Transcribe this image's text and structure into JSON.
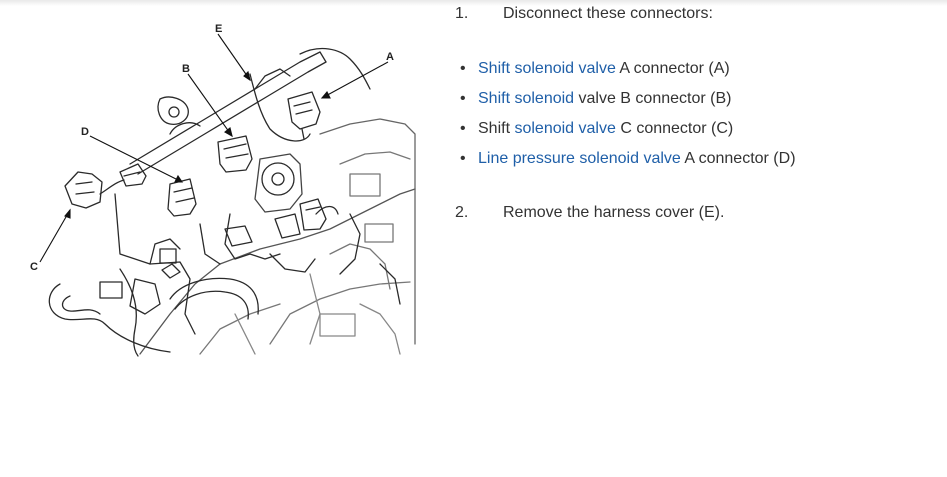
{
  "figure": {
    "callouts": {
      "a": "A",
      "b": "B",
      "c": "C",
      "d": "D",
      "e": "E"
    }
  },
  "steps": [
    {
      "number": "1.",
      "text": "Disconnect these connectors:"
    },
    {
      "number": "2.",
      "text": "Remove the harness cover (E)."
    }
  ],
  "connectors": [
    {
      "bullet": "•",
      "link": "Shift solenoid valve",
      "rest": " A connector (A)"
    },
    {
      "bullet": "•",
      "link": "Shift solenoid",
      "rest": " valve B connector (B)"
    },
    {
      "bullet": "•",
      "pre": "Shift ",
      "link": "solenoid valve",
      "rest": " C connector (C)"
    },
    {
      "bullet": "•",
      "link": "Line pressure solenoid valve",
      "rest": " A connector (D)"
    }
  ],
  "colors": {
    "link": "#1f5fa8",
    "text": "#333333"
  }
}
